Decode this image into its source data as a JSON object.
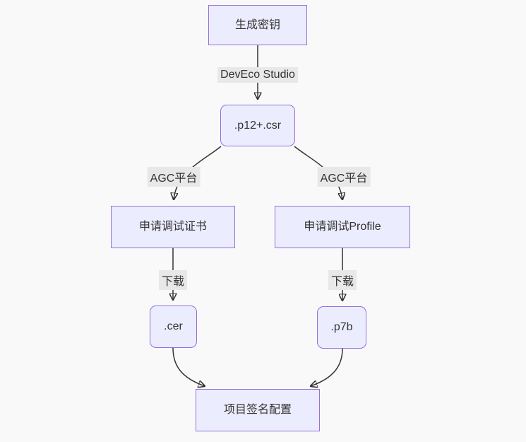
{
  "diagram": {
    "type": "flowchart",
    "direction": "top-down",
    "colors": {
      "background": "#f9f9f9",
      "node_fill": "#ECECFF",
      "node_border": "#9370DB",
      "edge": "#333333",
      "edge_label_background": "#e8e8e8",
      "text": "#333333"
    },
    "nodes": [
      {
        "id": "generate-key",
        "label": "生成密钥",
        "shape": "rect"
      },
      {
        "id": "p12-csr",
        "label": ".p12+.csr",
        "shape": "rounded"
      },
      {
        "id": "apply-debug-cert",
        "label": "申请调试证书",
        "shape": "rect"
      },
      {
        "id": "apply-debug-profile",
        "label": "申请调试Profile",
        "shape": "rect"
      },
      {
        "id": "cer",
        "label": ".cer",
        "shape": "rounded"
      },
      {
        "id": "p7b",
        "label": ".p7b",
        "shape": "rounded"
      },
      {
        "id": "project-signing-config",
        "label": "项目签名配置",
        "shape": "rect"
      }
    ],
    "edges": [
      {
        "from": "generate-key",
        "to": "p12-csr",
        "label": "DevEco Studio"
      },
      {
        "from": "p12-csr",
        "to": "apply-debug-cert",
        "label": "AGC平台"
      },
      {
        "from": "p12-csr",
        "to": "apply-debug-profile",
        "label": "AGC平台"
      },
      {
        "from": "apply-debug-cert",
        "to": "cer",
        "label": "下载"
      },
      {
        "from": "apply-debug-profile",
        "to": "p7b",
        "label": "下载"
      },
      {
        "from": "cer",
        "to": "project-signing-config",
        "label": ""
      },
      {
        "from": "p7b",
        "to": "project-signing-config",
        "label": ""
      }
    ]
  }
}
